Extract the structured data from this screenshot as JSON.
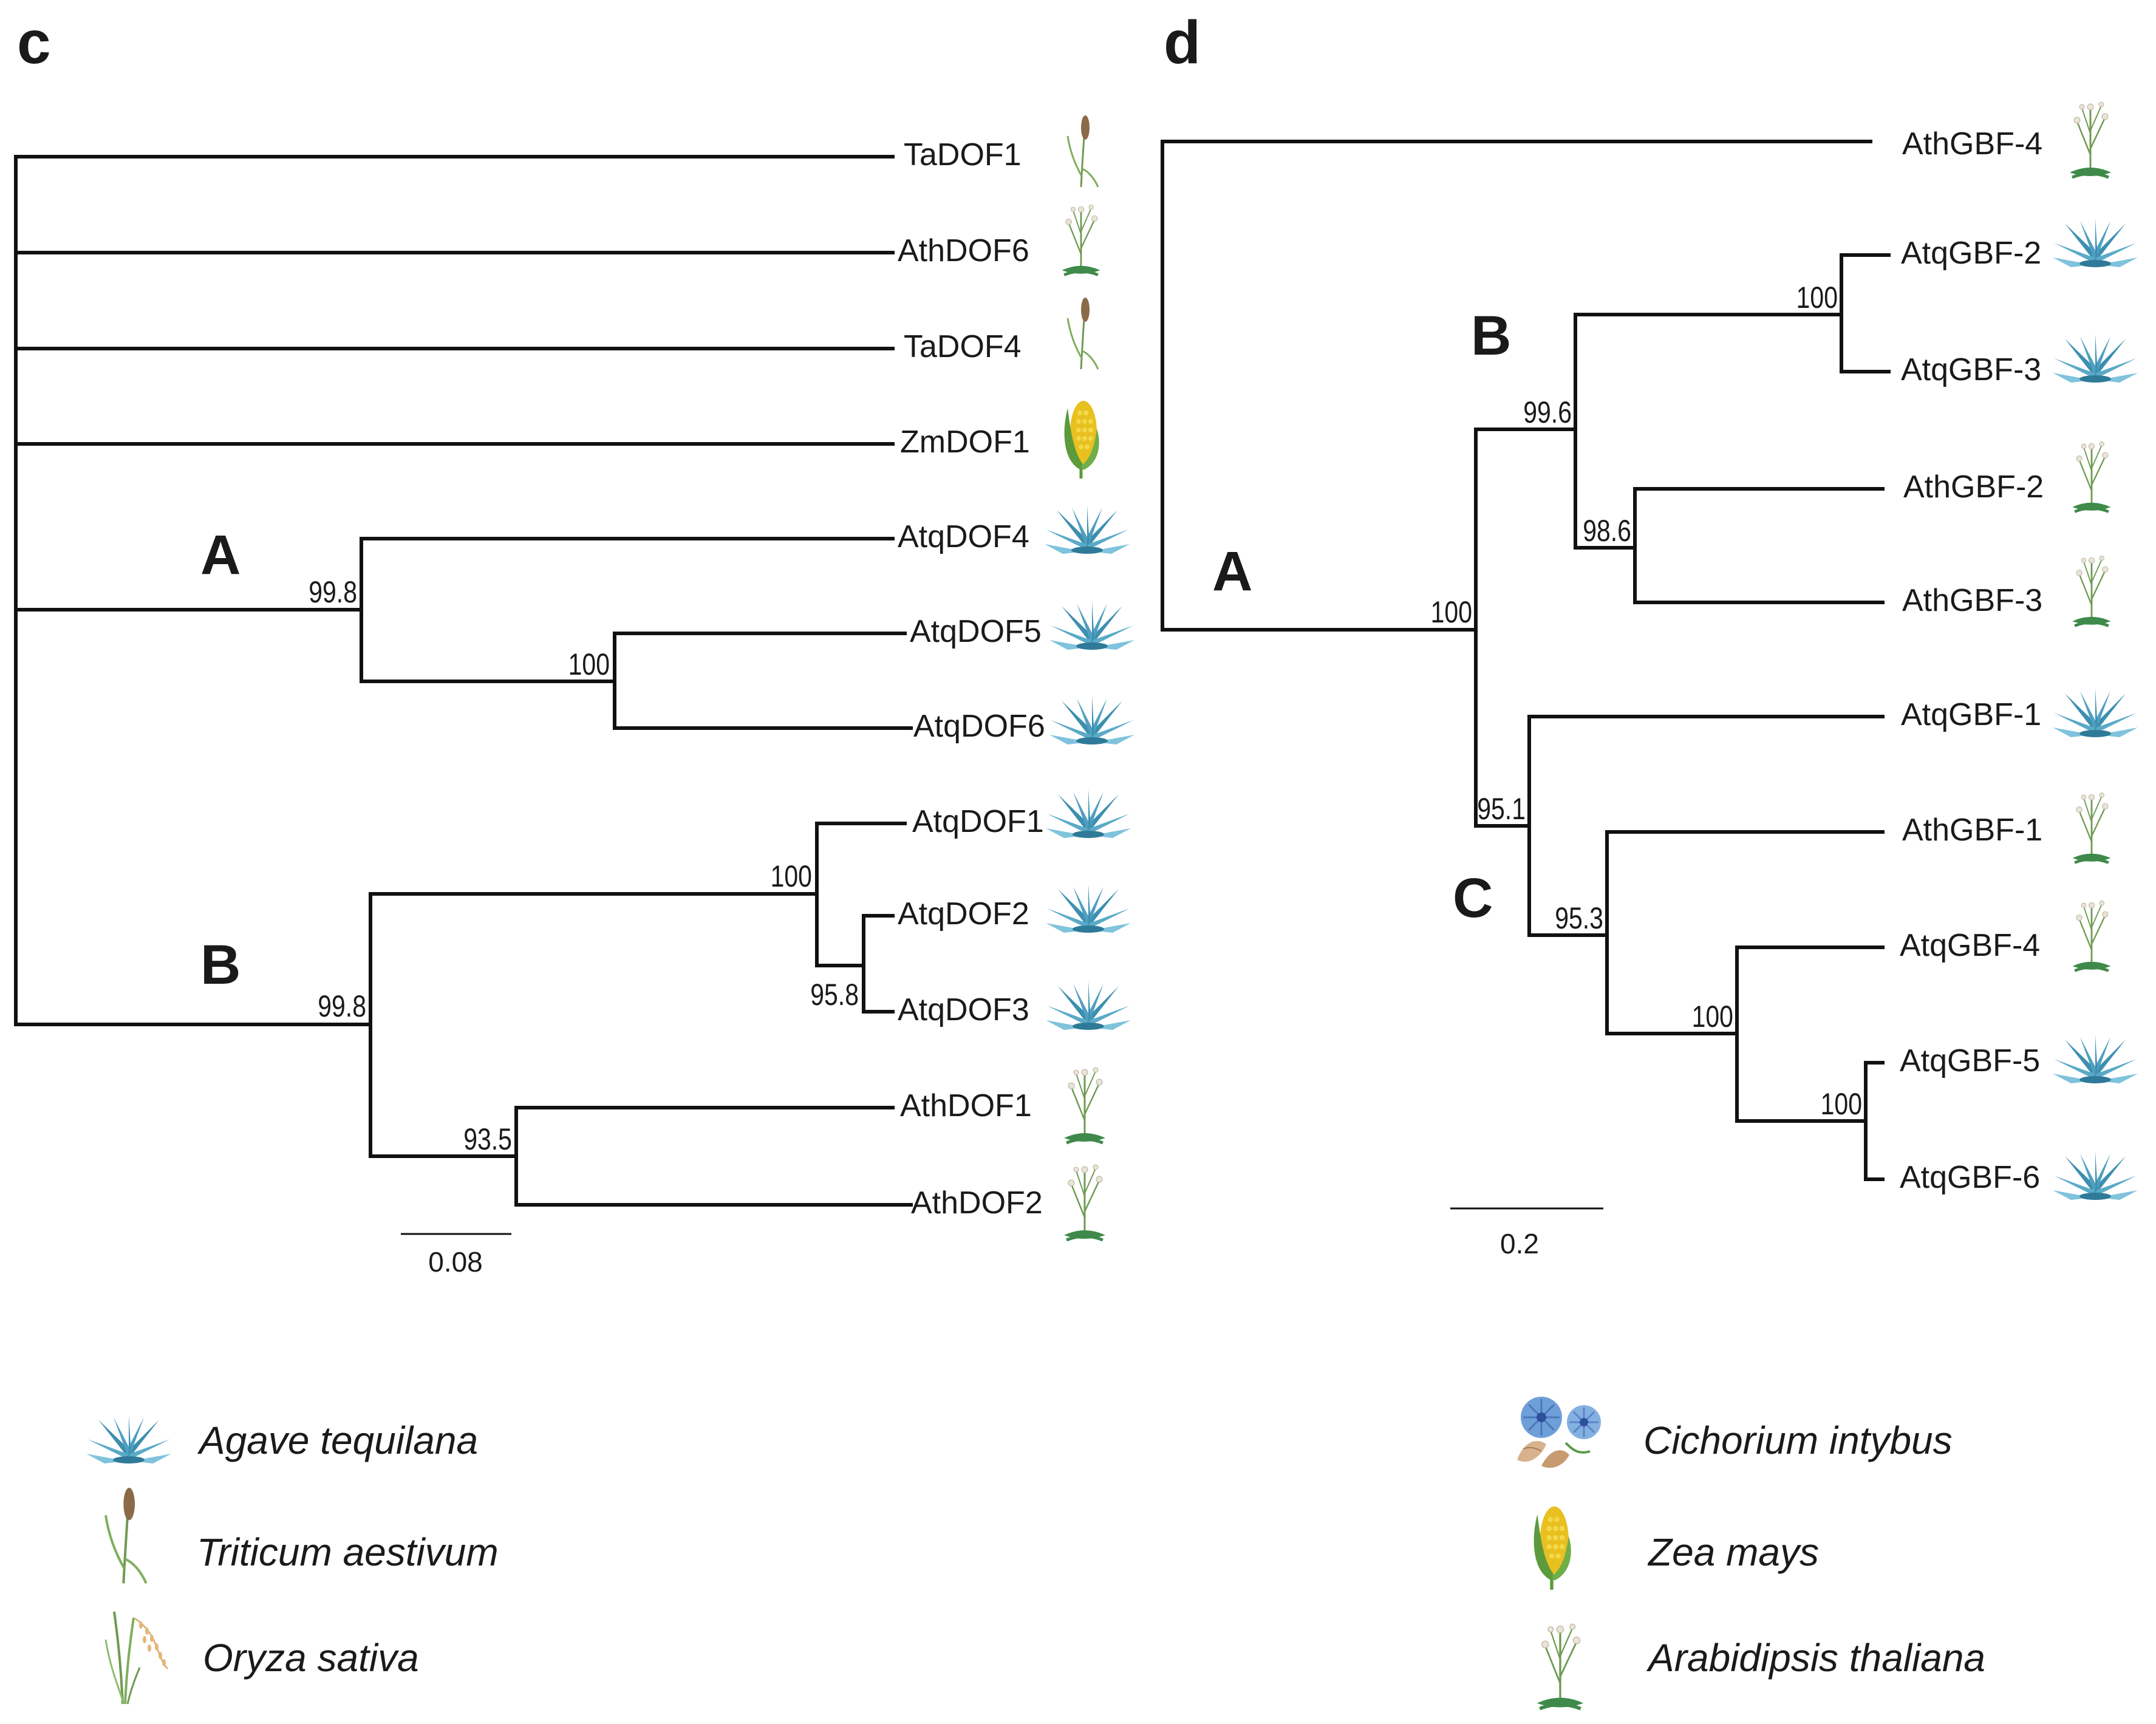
{
  "colors": {
    "agave": "#3d8fb0",
    "agave_light": "#7fc3dc",
    "stem_green": "#6f9a52",
    "base_green": "#3f8a4a",
    "flower_white": "#e9e4d8",
    "wheat_head": "#8a6a48",
    "corn_yellow": "#e8c020",
    "corn_husk": "#5c9a3c",
    "chicory_blue": "#6f9fd8",
    "root_tan": "#d7b28c"
  },
  "panels": [
    {
      "letter": "c",
      "clades": [
        {
          "label": "A"
        },
        {
          "label": "B"
        }
      ],
      "leaves": [
        {
          "label": "TaDOF1",
          "icon": "wheat-icon"
        },
        {
          "label": "AthDOF6",
          "icon": "arabidopsis-icon"
        },
        {
          "label": "TaDOF4",
          "icon": "wheat-icon"
        },
        {
          "label": "ZmDOF1",
          "icon": "corn-icon"
        },
        {
          "label": "AtqDOF4",
          "icon": "agave-icon"
        },
        {
          "label": "AtqDOF5",
          "icon": "agave-icon"
        },
        {
          "label": "AtqDOF6",
          "icon": "agave-icon"
        },
        {
          "label": "AtqDOF1",
          "icon": "agave-icon"
        },
        {
          "label": "AtqDOF2",
          "icon": "agave-icon"
        },
        {
          "label": "AtqDOF3",
          "icon": "agave-icon"
        },
        {
          "label": "AthDOF1",
          "icon": "arabidopsis-icon"
        },
        {
          "label": "AthDOF2",
          "icon": "arabidopsis-icon"
        }
      ],
      "supports": [
        "99.8",
        "100",
        "99.8",
        "100",
        "95.8",
        "93.5"
      ],
      "scale": "0.08"
    },
    {
      "letter": "d",
      "clades": [
        {
          "label": "A"
        },
        {
          "label": "B"
        },
        {
          "label": "C"
        }
      ],
      "leaves": [
        {
          "label": "AthGBF-4",
          "icon": "arabidopsis-icon"
        },
        {
          "label": "AtqGBF-2",
          "icon": "agave-icon"
        },
        {
          "label": "AtqGBF-3",
          "icon": "agave-icon"
        },
        {
          "label": "AthGBF-2",
          "icon": "arabidopsis-icon"
        },
        {
          "label": "AthGBF-3",
          "icon": "arabidopsis-icon"
        },
        {
          "label": "AtqGBF-1",
          "icon": "agave-icon"
        },
        {
          "label": "AthGBF-1",
          "icon": "arabidopsis-icon"
        },
        {
          "label": "AtqGBF-4",
          "icon": "arabidopsis-icon"
        },
        {
          "label": "AtqGBF-5",
          "icon": "agave-icon"
        },
        {
          "label": "AtqGBF-6",
          "icon": "agave-icon"
        }
      ],
      "supports": [
        "100",
        "99.6",
        "100",
        "98.6",
        "95.1",
        "95.3",
        "100",
        "100"
      ],
      "scale": "0.2"
    }
  ],
  "legend": [
    {
      "name": "Agave tequilana",
      "icon": "agave-icon"
    },
    {
      "name": "Triticum aestivum",
      "icon": "wheat-icon"
    },
    {
      "name": "Oryza sativa",
      "icon": "rice-icon"
    },
    {
      "name": "Cichorium intybus",
      "icon": "chicory-icon"
    },
    {
      "name": "Zea mays",
      "icon": "corn-icon"
    },
    {
      "name": "Arabidipsis thaliana",
      "icon": "arabidopsis-icon"
    }
  ]
}
